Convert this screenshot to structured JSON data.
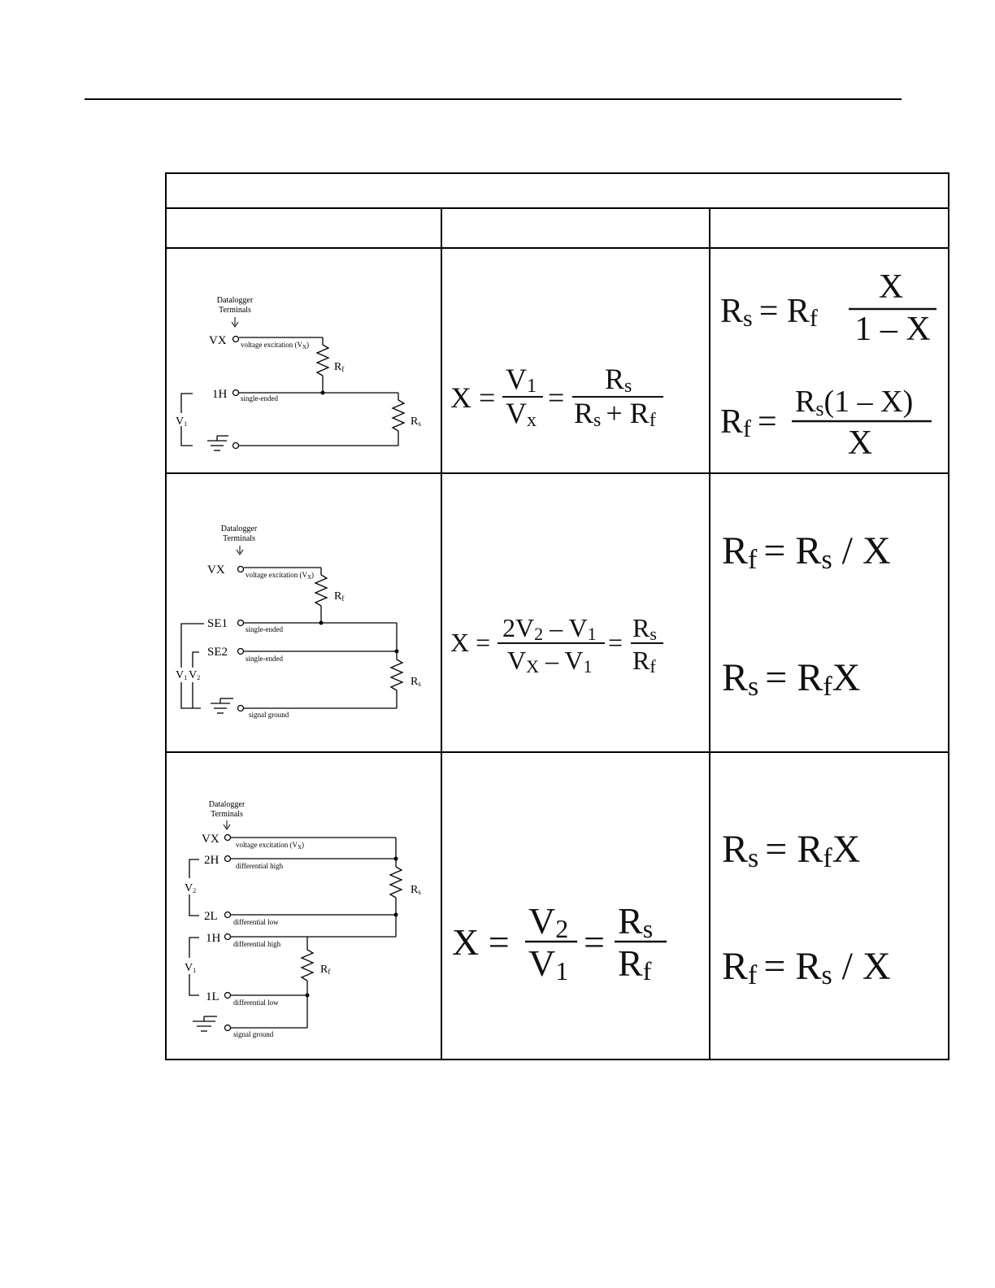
{
  "table": {
    "title": "",
    "headers": [
      "",
      "",
      ""
    ]
  },
  "row1": {
    "circuit": {
      "datalogger": "Datalogger",
      "terminals": "Terminals",
      "vx": "VX",
      "vx_label": "voltage excitation (V",
      "vx_sub": "X",
      "vx_close": ")",
      "rf": "R",
      "rf_sub": "f",
      "t1": "1H",
      "t1_label": "single-ended",
      "v1": "V",
      "v1_sub": "1",
      "rs": "R",
      "rs_sub": "s"
    },
    "eq": {
      "x": "X =",
      "num1": "V",
      "num1_sub": "1",
      "den1": "V",
      "den1_sub": "x",
      "eq2": "=",
      "num2": "R",
      "num2_sub": "s",
      "den2a": "R",
      "den2a_sub": "s",
      "den2plus": "+ R",
      "den2b_sub": "f"
    },
    "calc": {
      "a_lhs": "R",
      "a_lhs_sub": "s",
      "a_mid": "= R",
      "a_mid_sub": "f",
      "a_num": "X",
      "a_den": "1 – X",
      "b_lhs": "R",
      "b_lhs_sub": "f",
      "b_eq": "=",
      "b_num": "R",
      "b_num_sub": "s",
      "b_num_rest": "(1 – X)",
      "b_den": "X"
    }
  },
  "row2": {
    "circuit": {
      "datalogger": "Datalogger",
      "terminals": "Terminals",
      "vx": "VX",
      "vx_label": "voltage excitation (V",
      "vx_sub": "X",
      "vx_close": ")",
      "rf": "R",
      "rf_sub": "f",
      "se1": "SE1",
      "se1_label": "single-ended",
      "se2": "SE2",
      "se2_label": "single-ended",
      "v1": "V",
      "v1_sub": "1",
      "v2": "V",
      "v2_sub": "2",
      "rs": "R",
      "rs_sub": "s",
      "gnd_label": "signal ground"
    },
    "eq": {
      "x": "X =",
      "num": "2V",
      "num_sub": "2",
      "num_rest": " – V",
      "num_sub2": "1",
      "den": "V",
      "den_sub": "X",
      "den_rest": " – V",
      "den_sub2": "1",
      "eq2": "=",
      "num2": "R",
      "num2_sub": "s",
      "den2": "R",
      "den2_sub": "f"
    },
    "calc": {
      "a_lhs": "R",
      "a_lhs_sub": "f",
      "a_rhs": "= R",
      "a_rhs_sub": "s",
      "a_tail": " / X",
      "b_lhs": "R",
      "b_lhs_sub": "s",
      "b_rhs": "= R",
      "b_rhs_sub": "f",
      "b_tail": "X"
    }
  },
  "row3": {
    "circuit": {
      "datalogger": "Datalogger",
      "terminals": "Terminals",
      "vx": "VX",
      "vx_label": "voltage excitation (V",
      "vx_sub": "X",
      "vx_close": ")",
      "h2": "2H",
      "h2_label": "differential high",
      "l2": "2L",
      "l2_label": "differential low",
      "h1": "1H",
      "h1_label": "differential high",
      "l1": "1L",
      "l1_label": "differential low",
      "v2": "V",
      "v2_sub": "2",
      "v1": "V",
      "v1_sub": "1",
      "rs": "R",
      "rs_sub": "s",
      "rf": "R",
      "rf_sub": "f",
      "gnd_label": "signal ground"
    },
    "eq": {
      "x": "X =",
      "num1": "V",
      "num1_sub": "2",
      "den1": "V",
      "den1_sub": "1",
      "eq2": "=",
      "num2": "R",
      "num2_sub": "s",
      "den2": "R",
      "den2_sub": "f"
    },
    "calc": {
      "a_lhs": "R",
      "a_lhs_sub": "s",
      "a_rhs": "= R",
      "a_rhs_sub": "f",
      "a_tail": "X",
      "b_lhs": "R",
      "b_lhs_sub": "f",
      "b_rhs": "= R",
      "b_rhs_sub": "s",
      "b_tail": " / X"
    }
  }
}
